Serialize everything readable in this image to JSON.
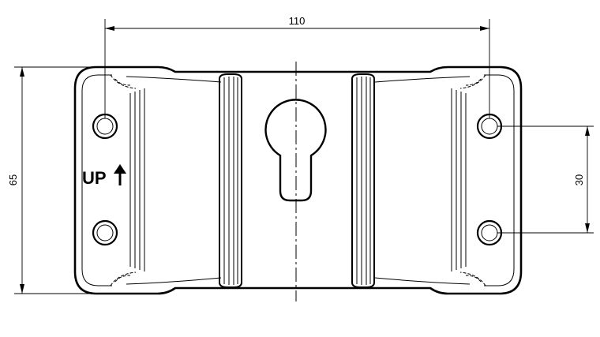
{
  "dimensions": {
    "width_label": "110",
    "height_label": "65",
    "hole_spacing_label": "30"
  },
  "marking": {
    "text": "UP"
  }
}
